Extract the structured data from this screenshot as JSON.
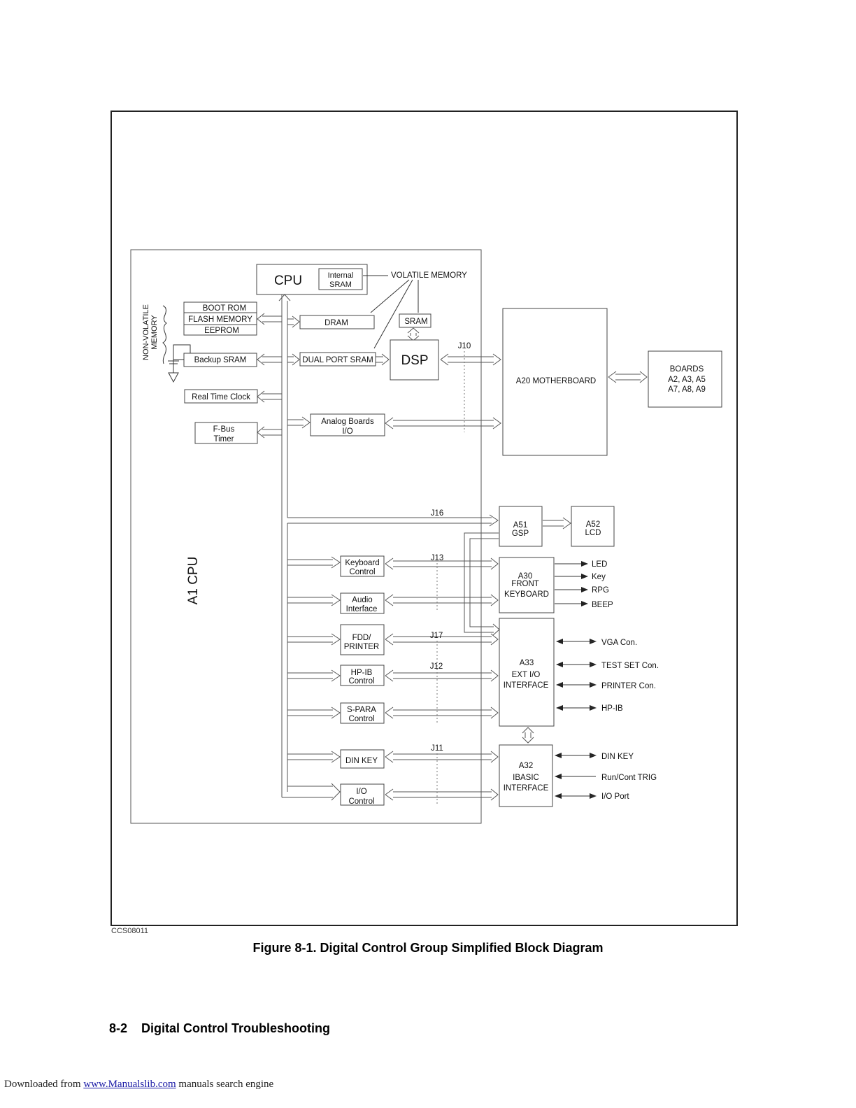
{
  "figure": {
    "id": "CCS08011",
    "caption": "Figure 8-1. Digital Control Group Simplified Block Diagram"
  },
  "footer": {
    "page": "8-2",
    "section": "Digital Control Troubleshooting",
    "download_prefix": "Downloaded from",
    "download_link": "www.Manualslib.com",
    "download_suffix": "manuals search engine"
  },
  "diagram": {
    "a1_title": "A1 CPU",
    "cpu": "CPU",
    "internal_sram_1": "Internal",
    "internal_sram_2": "SRAM",
    "volatile_memory": "VOLATILE MEMORY",
    "nonvolatile_1": "NON-VOLATILE",
    "nonvolatile_2": "MEMORY",
    "boot_rom": "BOOT ROM",
    "flash_memory": "FLASH MEMORY",
    "eeprom": "EEPROM",
    "dram": "DRAM",
    "sram": "SRAM",
    "backup_sram": "Backup SRAM",
    "dual_port_sram": "DUAL PORT SRAM",
    "dsp": "DSP",
    "real_time_clock": "Real Time Clock",
    "fbus_1": "F-Bus",
    "fbus_2": "Timer",
    "analog_1": "Analog Boards",
    "analog_2": "I/O",
    "motherboard": "A20 MOTHERBOARD",
    "boards_1": "BOARDS",
    "boards_2": "A2, A3, A5",
    "boards_3": "A7, A8, A9",
    "a51_1": "A51",
    "a51_2": "GSP",
    "a52_1": "A52",
    "a52_2": "LCD",
    "keyboard_1": "Keyboard",
    "keyboard_2": "Control",
    "audio_1": "Audio",
    "audio_2": "Interface",
    "fdd_1": "FDD/",
    "fdd_2": "PRINTER",
    "hpib_1": "HP-IB",
    "hpib_2": "Control",
    "spara_1": "S-PARA",
    "spara_2": "Control",
    "din_key": "DIN KEY",
    "io_1": "I/O",
    "io_2": "Control",
    "a30_1": "A30",
    "a30_2": "FRONT",
    "a30_3": "KEYBOARD",
    "a33_1": "A33",
    "a33_2": "EXT I/O",
    "a33_3": "INTERFACE",
    "a32_1": "A32",
    "a32_2": "IBASIC",
    "a32_3": "INTERFACE",
    "j10": "J10",
    "j16": "J16",
    "j13": "J13",
    "j17": "J17",
    "j12": "J12",
    "j11": "J11",
    "out_led": "LED",
    "out_key": "Key",
    "out_rpg": "RPG",
    "out_beep": "BEEP",
    "out_vga": "VGA Con.",
    "out_testset": "TEST SET Con.",
    "out_printer": "PRINTER Con.",
    "out_hpib": "HP-IB",
    "out_dinkey": "DIN KEY",
    "out_runcont": "Run/Cont TRIG",
    "out_ioport": "I/O Port"
  }
}
